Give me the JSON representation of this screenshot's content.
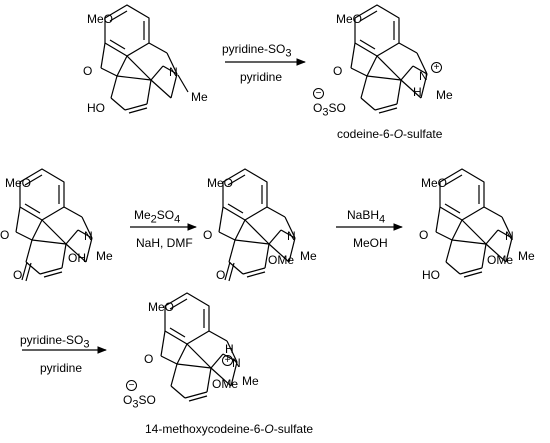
{
  "reactions": [
    {
      "reagent_top": "pyridine-SO",
      "reagent_top_sub": "3",
      "reagent_bottom": "pyridine"
    },
    {
      "reagent_top": "Me",
      "reagent_top_sub1": "2",
      "reagent_top_mid": "SO",
      "reagent_top_sub2": "4",
      "reagent_bottom": "NaH, DMF"
    },
    {
      "reagent_top": "NaBH",
      "reagent_top_sub": "4",
      "reagent_bottom": "MeOH"
    },
    {
      "reagent_top": "pyridine-SO",
      "reagent_top_sub": "3",
      "reagent_bottom": "pyridine"
    }
  ],
  "products": {
    "codeine_sulfate": {
      "prefix": "codeine-6-",
      "italic": "O",
      "suffix": "-sulfate"
    },
    "methoxycodeine_sulfate": {
      "prefix": "14-methoxycodeine-6-",
      "italic": "O",
      "suffix": "-sulfate"
    }
  },
  "atoms": {
    "meo": "MeO",
    "me": "Me",
    "ome": "OMe",
    "oh": "OH",
    "ho": "HO",
    "o": "O",
    "n": "N",
    "h": "H",
    "so3": "O",
    "so3_sub": "3",
    "so": "SO",
    "plus": "+",
    "minus": "−"
  }
}
